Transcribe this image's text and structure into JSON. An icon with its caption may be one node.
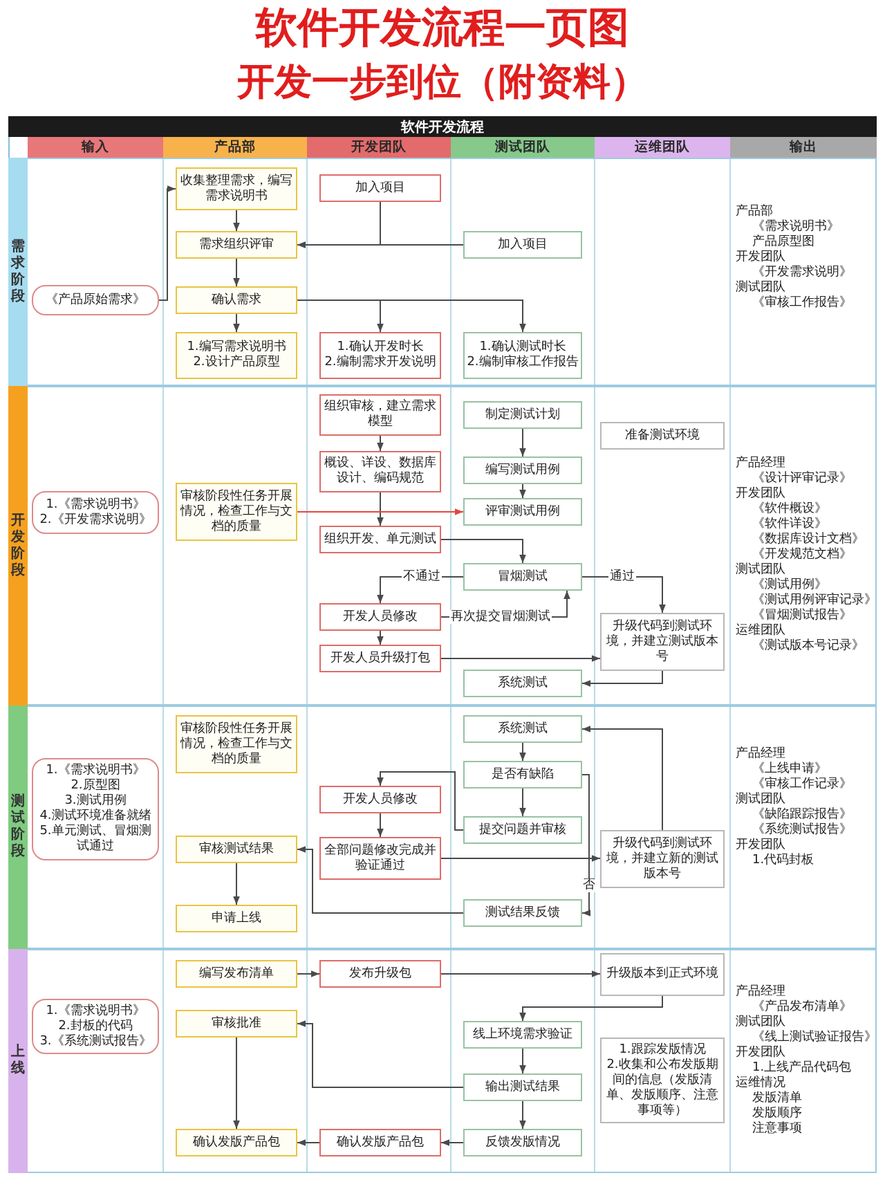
{
  "diagram": {
    "title": "软件开发流程一页图",
    "nodes": [
      {
        "text": [
          "软件开发流程"
        ]
      },
      {
        "text": [
          "输入"
        ],
        "in": 0
      },
      {
        "text": [
          "产品部"
        ],
        "in": 0
      },
      {
        "text": [
          "开发团队"
        ],
        "in": 0
      },
      {
        "text": [
          "测试团队"
        ],
        "in": 0
      },
      {
        "text": [
          "运维团队"
        ],
        "in": 0
      },
      {
        "text": [
          "输出"
        ],
        "in": 0
      },
      {
        "text": [
          "需求阶段"
        ],
        "in": 0
      },
      {
        "text": [
          "收集整理需求，编写需求说明书"
        ],
        "in": 7
      },
      {
        "text": [
          "加入项目"
        ],
        "in": 7
      },
      {
        "text": [
          "需求组织评审"
        ],
        "in": 7
      },
      {
        "text": [
          "加入项目"
        ],
        "in": 7
      },
      {
        "text": [
          "《产品原始需求》"
        ],
        "in": 7
      },
      {
        "text": [
          "确认需求"
        ],
        "in": 7
      },
      {
        "text": [
          "1.编写需求说明书",
          "2.设计产品原型"
        ],
        "in": 7
      },
      {
        "text": [
          "1.确认开发时长",
          "2.编制需求开发说明"
        ],
        "in": 7
      },
      {
        "text": [
          "1.确认测试时长",
          "2.编制审核工作报告"
        ],
        "in": 7
      },
      {
        "text": [
          "开发阶段"
        ],
        "in": 0
      },
      {
        "text": [
          "组织审核，建立需求模型"
        ],
        "in": 17
      },
      {
        "text": [
          "制定测试计划"
        ],
        "in": 17
      },
      {
        "text": [
          "概设、详设、数据库设计、编码规范"
        ],
        "in": 17
      },
      {
        "text": [
          "编写测试用例"
        ],
        "in": 17
      },
      {
        "text": [
          "准备测试环境"
        ],
        "in": 17
      },
      {
        "text": [
          "1.《需求说明书》",
          "2.《开发需求说明》"
        ],
        "in": 17
      },
      {
        "text": [
          "审核阶段性任务开展情况，检查工作与文档的质量"
        ],
        "in": 17
      },
      {
        "text": [
          "评审测试用例"
        ],
        "in": 17
      },
      {
        "text": [
          "组织开发、单元测试"
        ],
        "in": 17
      },
      {
        "text": [
          "冒烟测试"
        ],
        "in": 17
      },
      {
        "text": [
          "开发人员修改"
        ],
        "in": 17
      },
      {
        "text": [
          "开发人员升级打包"
        ],
        "in": 17
      },
      {
        "text": [
          "升级代码到测试环境，并建立测试版本号"
        ],
        "in": 17
      },
      {
        "text": [
          "系统测试"
        ],
        "in": 17
      },
      {
        "text": [
          "测试阶段"
        ],
        "in": 0
      },
      {
        "text": [
          "审核阶段性任务开展情况，检查工作与文档的质量"
        ],
        "in": 32
      },
      {
        "text": [
          "系统测试"
        ],
        "in": 32
      },
      {
        "text": [
          "是否有缺陷"
        ],
        "in": 32
      },
      {
        "text": [
          "1.《需求说明书》",
          "2.原型图",
          "3.测试用例",
          "4.测试环境准备就绪",
          "5.单元测试、冒烟测试通过"
        ],
        "in": 32
      },
      {
        "text": [
          "开发人员修改"
        ],
        "in": 32
      },
      {
        "text": [
          "提交问题并审核"
        ],
        "in": 32
      },
      {
        "text": [
          "审核测试结果"
        ],
        "in": 32
      },
      {
        "text": [
          "全部问题修改完成并验证通过"
        ],
        "in": 32
      },
      {
        "text": [
          "升级代码到测试环境，并建立新的测试版本号"
        ],
        "in": 32
      },
      {
        "text": [
          "申请上线"
        ],
        "in": 32
      },
      {
        "text": [
          "测试结果反馈"
        ],
        "in": 32
      },
      {
        "text": [
          "上线"
        ],
        "in": 0
      },
      {
        "text": [
          "编写发布清单"
        ],
        "in": 44
      },
      {
        "text": [
          "发布升级包"
        ],
        "in": 44
      },
      {
        "text": [
          "升级版本到正式环境"
        ],
        "in": 44
      },
      {
        "text": [
          "1.《需求说明书》",
          "2.封板的代码",
          "3.《系统测试报告》"
        ],
        "in": 44
      },
      {
        "text": [
          "审核批准"
        ],
        "in": 44
      },
      {
        "text": [
          "线上环境需求验证"
        ],
        "in": 44
      },
      {
        "text": [
          "1.跟踪发版情况",
          "2.收集和公布发版期间的信息（发版清单、发版顺序、注意事项等）"
        ],
        "in": 44
      },
      {
        "text": [
          "输出测试结果"
        ],
        "in": 44
      },
      {
        "text": [
          "确认发版产品包"
        ],
        "in": 44
      },
      {
        "text": [
          "确认发版产品包"
        ],
        "in": 44
      },
      {
        "text": [
          "反馈发版情况"
        ],
        "in": 44
      }
    ],
    "edges": [
      {
        "from": 12,
        "to": 8,
        "arrow": "to"
      },
      {
        "from": 8,
        "to": 10,
        "arrow": "to"
      },
      {
        "from": 9,
        "to": 10,
        "arrow": "to"
      },
      {
        "from": 11,
        "to": 10,
        "arrow": "to"
      },
      {
        "from": 10,
        "to": 13,
        "arrow": "to"
      },
      {
        "from": 13,
        "to": 14,
        "arrow": "to"
      },
      {
        "from": 13,
        "to": 15,
        "arrow": "to"
      },
      {
        "from": 13,
        "to": 16,
        "arrow": "to"
      },
      {
        "from": 18,
        "to": 20,
        "arrow": "to"
      },
      {
        "from": 20,
        "to": 26,
        "arrow": "to"
      },
      {
        "from": 19,
        "to": 21,
        "arrow": "to"
      },
      {
        "from": 21,
        "to": 25,
        "arrow": "to"
      },
      {
        "from": 24,
        "to": 25,
        "arrow": "to",
        "color": "#e8453c"
      },
      {
        "from": 26,
        "to": 27,
        "arrow": "to"
      },
      {
        "from": 27,
        "to": 28,
        "arrow": "to",
        "label": "不通过"
      },
      {
        "from": 28,
        "to": 27,
        "arrow": "to",
        "label": "再次提交冒烟测试"
      },
      {
        "from": 28,
        "to": 29,
        "arrow": "to"
      },
      {
        "from": 27,
        "to": 30,
        "arrow": "to",
        "label": "通过"
      },
      {
        "from": 29,
        "to": 30,
        "arrow": "to"
      },
      {
        "from": 30,
        "to": 31,
        "arrow": "to"
      },
      {
        "from": 34,
        "to": 35,
        "arrow": "to"
      },
      {
        "from": 35,
        "to": 38,
        "arrow": "to"
      },
      {
        "from": 38,
        "to": 37,
        "arrow": "to"
      },
      {
        "from": 37,
        "to": 40,
        "arrow": "to"
      },
      {
        "from": 40,
        "to": 41,
        "arrow": "to"
      },
      {
        "from": 41,
        "to": 34,
        "arrow": "to"
      },
      {
        "from": 35,
        "to": 43,
        "arrow": "to",
        "label": "否"
      },
      {
        "from": 43,
        "to": 39,
        "arrow": "to"
      },
      {
        "from": 39,
        "to": 42,
        "arrow": "to"
      },
      {
        "from": 45,
        "to": 46,
        "arrow": "to"
      },
      {
        "from": 46,
        "to": 47,
        "arrow": "to"
      },
      {
        "from": 47,
        "to": 50,
        "arrow": "to"
      },
      {
        "from": 50,
        "to": 52,
        "arrow": "to"
      },
      {
        "from": 52,
        "to": 49,
        "arrow": "to"
      },
      {
        "from": 49,
        "to": 53,
        "arrow": "to"
      },
      {
        "from": 52,
        "to": 55,
        "arrow": "to"
      },
      {
        "from": 55,
        "to": 54,
        "arrow": "to"
      },
      {
        "from": 54,
        "to": 53,
        "arrow": "to"
      }
    ],
    "labels": [
      "开发一步到位（附资料）",
      "产品部",
      "《需求说明书》",
      "产品原型图",
      "开发团队",
      "《开发需求说明》",
      "测试团队",
      "《审核工作报告》",
      "产品经理",
      "《设计评审记录》",
      "开发团队",
      "《软件概设》",
      "《软件详设》",
      "《数据库设计文档》",
      "《开发规范文档》",
      "测试团队",
      "《测试用例》",
      "《测试用例评审记录》",
      "《冒烟测试报告》",
      "运维团队",
      "《测试版本号记录》",
      "产品经理",
      "《上线申请》",
      "《审核工作记录》",
      "测试团队",
      "《缺陷跟踪报告》",
      "《系统测试报告》",
      "开发团队",
      "1.代码封板",
      "产品经理",
      "《产品发布清单》",
      "测试团队",
      "《线上测试验证报告》",
      "开发团队",
      "1.上线产品代码包",
      "运维情况",
      "发版清单",
      "发版顺序",
      "注意事项"
    ]
  }
}
